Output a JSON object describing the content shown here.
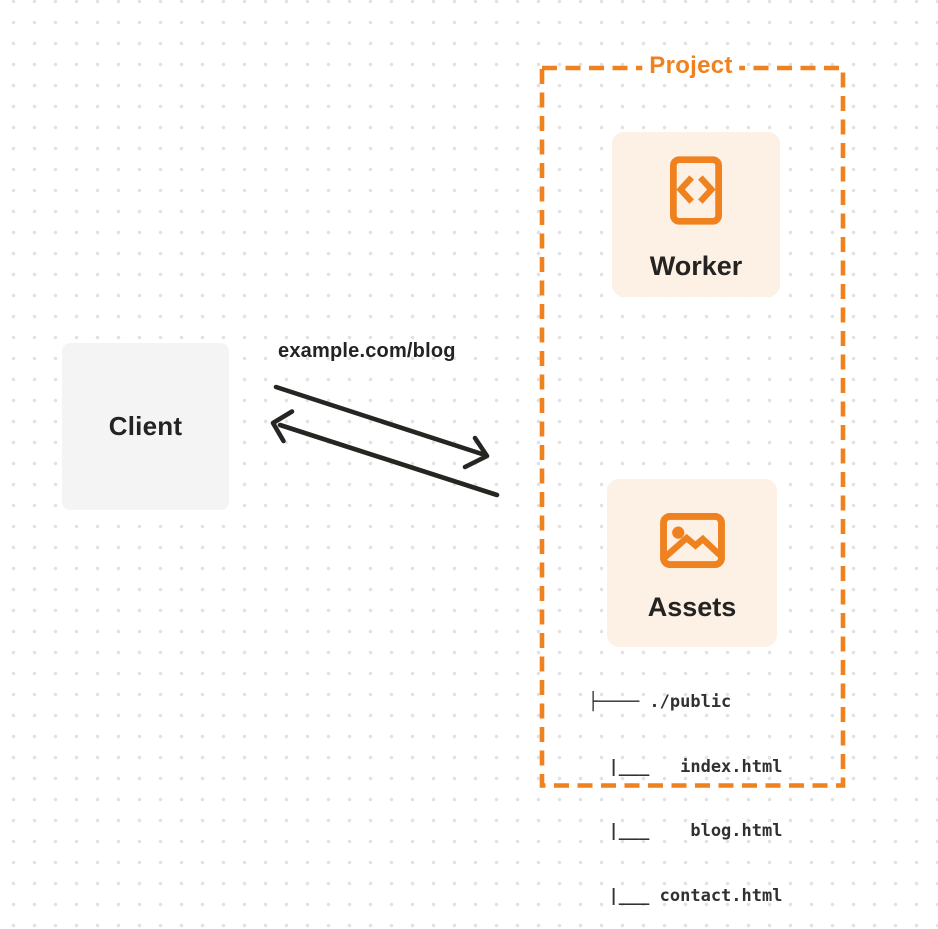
{
  "colors": {
    "accent_orange": "#EF811F",
    "card_background": "#FCF1E4",
    "client_background": "#F4F4F5",
    "ink": "#242321",
    "arrow": "#262522",
    "grid_dot": "#E2E2E5"
  },
  "client": {
    "label": "Client"
  },
  "request": {
    "url": "example.com/blog"
  },
  "project": {
    "label": "Project",
    "worker": {
      "label": "Worker",
      "icon": "code-file-icon"
    },
    "assets": {
      "label": "Assets",
      "icon": "image-icon",
      "file_tree": [
        "├──── ./public",
        "  |___   index.html",
        "  |___    blog.html",
        "  |___ contact.html"
      ]
    }
  }
}
